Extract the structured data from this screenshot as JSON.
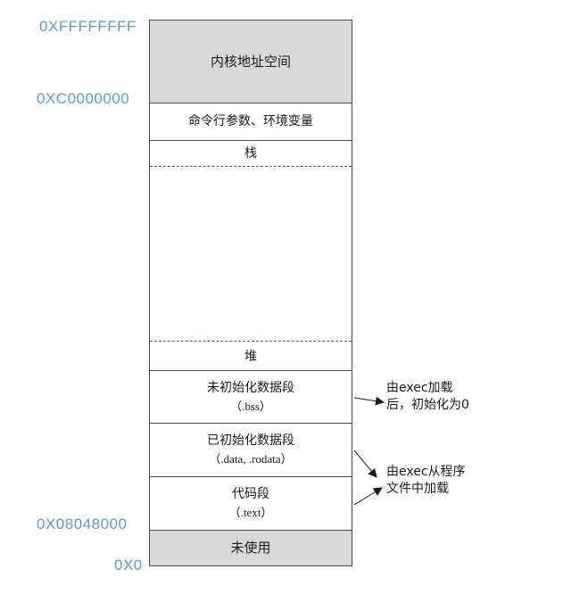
{
  "addresses": {
    "top": "0XFFFFFFFF",
    "kernel_base": "0XC0000000",
    "text_base": "0X08048000",
    "zero": "0X0"
  },
  "segments": {
    "kernel": "内核地址空间",
    "args_env": "命令行参数、环境变量",
    "stack": "栈",
    "heap": "堆",
    "bss": {
      "label": "未初始化数据段",
      "sub": "（.bss）"
    },
    "data": {
      "label": "已初始化数据段",
      "sub": "（.data, .rodata）"
    },
    "text": {
      "label": "代码段",
      "sub": "（.text）"
    },
    "unused": "未使用"
  },
  "notes": {
    "bss_note": [
      "由exec加载",
      "后，初始化为0"
    ],
    "load_note": [
      "由exec从程序",
      "文件中加载"
    ]
  },
  "colors": {
    "address_text": "#5b9bd5",
    "gray_fill": "#d9d9d9",
    "border": "#4a4a4a"
  }
}
